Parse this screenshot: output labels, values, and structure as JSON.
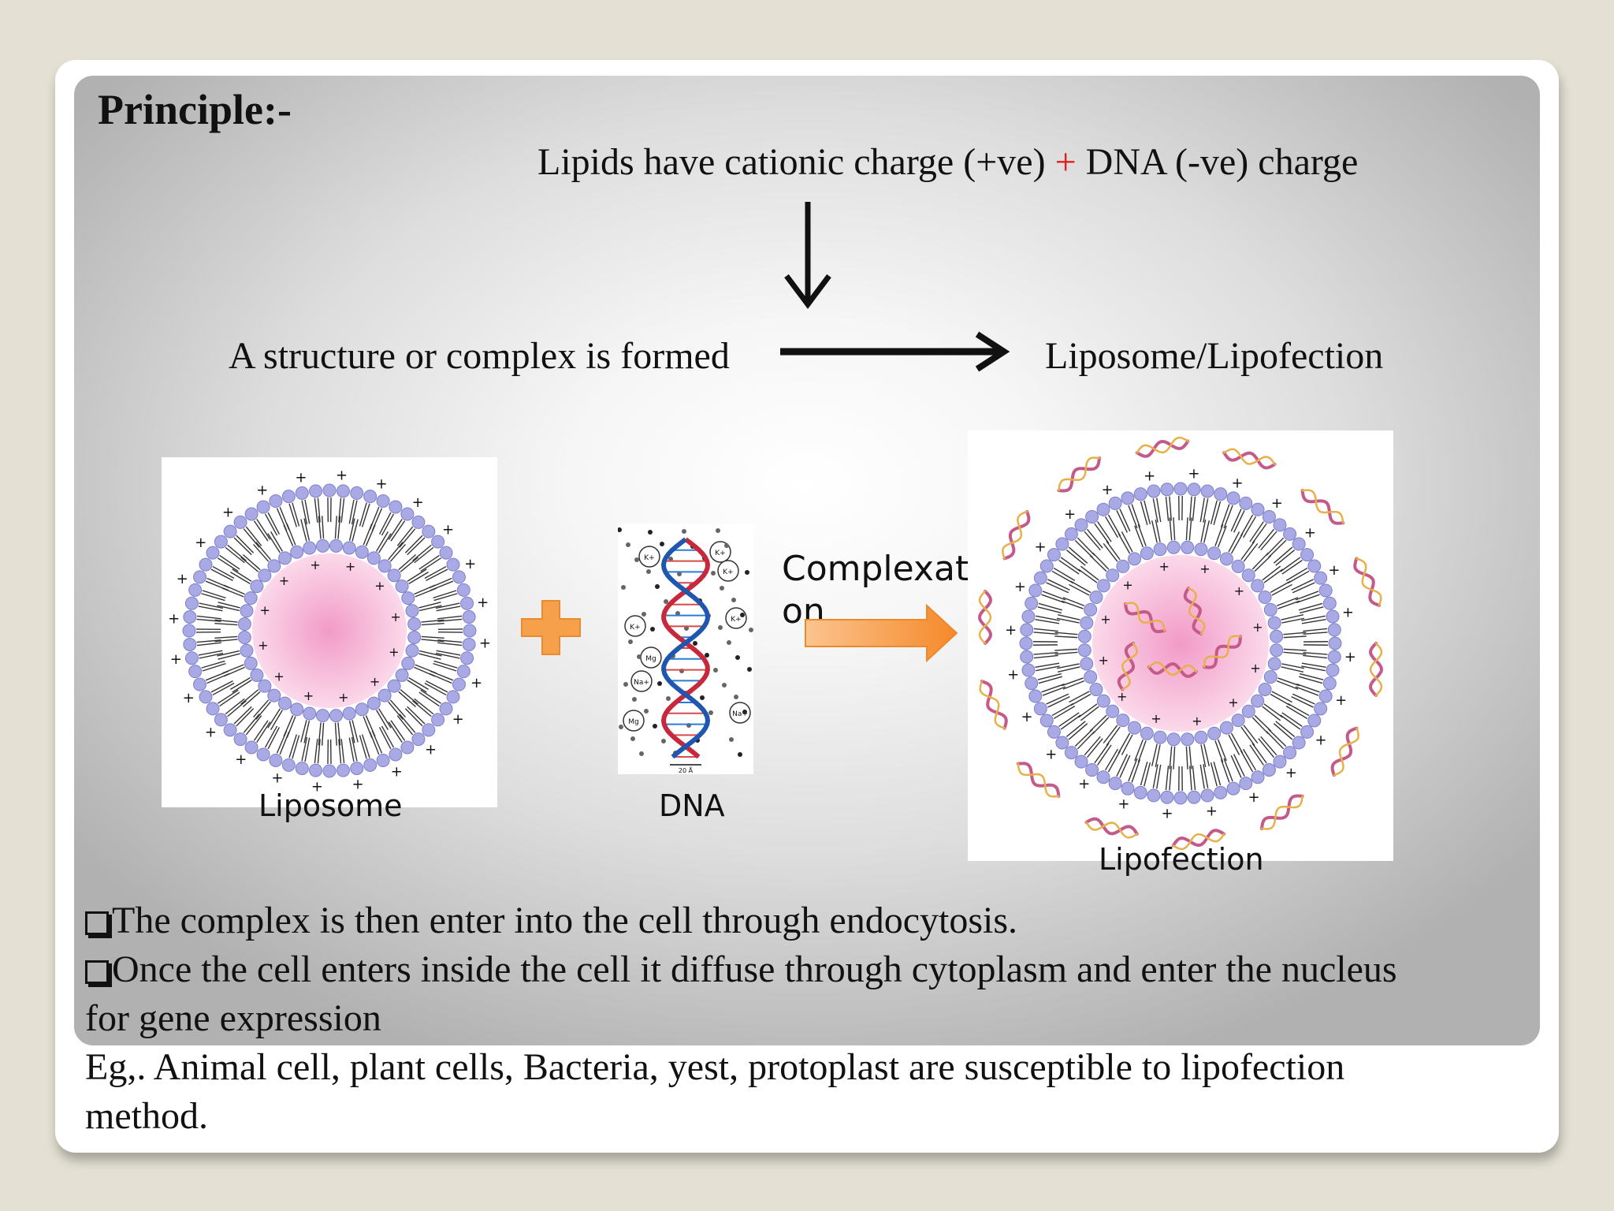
{
  "slide": {
    "heading": "Principle:-",
    "premise": {
      "part1": "Lipids have cationic charge (+ve)",
      "plus": "+",
      "part2": "DNA (-ve) charge"
    },
    "result_text": "A structure or complex is formed",
    "result_target": "Liposome/Lipofection",
    "figure": {
      "liposome_label": "Liposome",
      "dna_label": "DNA",
      "complexation_line1": "Complexati",
      "complexation_line2": "on",
      "lipofection_label": "Lipofection",
      "ion_labels": [
        "K+",
        "K+",
        "K+",
        "K+",
        "Mg",
        "Na+",
        "Mg",
        "K+",
        "Na+"
      ],
      "scale_label": "20 Å"
    },
    "bullets": [
      "The complex is then enter into the cell through endocytosis.",
      "Once the cell enters inside the cell it diffuse through cytoplasm and enter the nucleus"
    ],
    "bullet_continuation": "for gene expression",
    "example_line1": "Eg,. Animal cell, plant cells, Bacteria, yest, protoplast are susceptible to lipofection",
    "example_line2": "method.",
    "colors": {
      "plus_sign": "#e02020",
      "orange_arrow": "#f7a04c",
      "lipid_head": "#a9a9e6",
      "core_pink": "#f3a6cf"
    }
  }
}
